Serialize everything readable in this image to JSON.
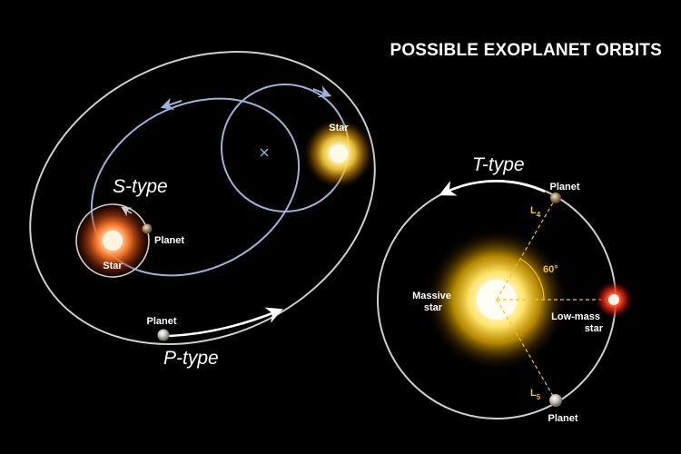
{
  "title": "POSSIBLE EXOPLANET ORBITS",
  "s_type": {
    "label": "S-type",
    "star_left": "Star",
    "star_right": "Star",
    "planet": "Planet"
  },
  "p_type": {
    "label": "P-type",
    "planet": "Planet"
  },
  "t_type": {
    "label": "T-type",
    "massive_star": [
      "Massive",
      "star"
    ],
    "low_mass_star": [
      "Low-mass",
      "star"
    ],
    "planet_top": "Planet",
    "planet_bottom": "Planet",
    "l4": "L",
    "l4_sub": "4",
    "l5": "L",
    "l5_sub": "5",
    "angle": "60°"
  },
  "colors": {
    "background": "#000000",
    "orbit_gray": "#cfcfcf",
    "orbit_blue": "#9db3d6",
    "accent_gold": "#f2c12e"
  }
}
